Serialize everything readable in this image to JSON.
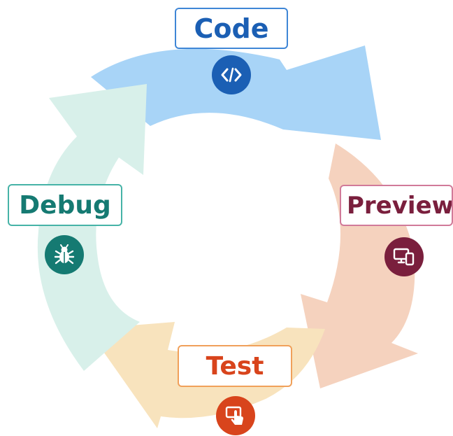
{
  "diagram": {
    "stages": [
      {
        "id": "code",
        "label": "Code",
        "icon": "code-icon",
        "arrow_color": "#a8d4f7",
        "label_color": "#1b5fb4",
        "box_border": "#3f86d6",
        "icon_bg": "#1b5fb4"
      },
      {
        "id": "preview",
        "label": "Preview",
        "icon": "devices-icon",
        "arrow_color": "#f5d2be",
        "label_color": "#7a1f3d",
        "box_border": "#d17a99",
        "icon_bg": "#7a1f3d"
      },
      {
        "id": "test",
        "label": "Test",
        "icon": "touch-icon",
        "arrow_color": "#f8e3bd",
        "label_color": "#d8441c",
        "box_border": "#f0a05a",
        "icon_bg": "#d8441c"
      },
      {
        "id": "debug",
        "label": "Debug",
        "icon": "bug-icon",
        "arrow_color": "#d8f0ea",
        "label_color": "#157a72",
        "box_border": "#46b3a7",
        "icon_bg": "#157a72"
      }
    ]
  }
}
